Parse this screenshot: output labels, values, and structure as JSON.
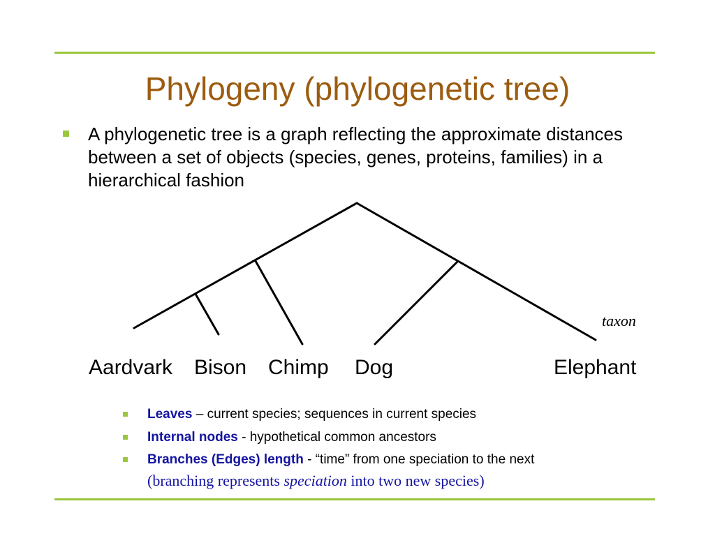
{
  "slide": {
    "title": "Phylogeny (phylogenetic tree)",
    "main_bullet": "A phylogenetic tree is a graph reflecting the approximate distances between a set of objects (species, genes, proteins, families) in a hierarchical fashion",
    "taxon_label": "taxon",
    "leaves": [
      "Aardvark",
      "Bison",
      "Chimp",
      "Dog",
      "Elephant"
    ],
    "sub_bullets": [
      {
        "term": "Leaves",
        "rest": " – current species; sequences in current species"
      },
      {
        "term": "Internal nodes",
        "rest": " - hypothetical common ancestors"
      },
      {
        "term": "Branches (Edges) length",
        "rest_prefix": " - ",
        "quoted": "time",
        "rest_suffix": " from one speciation to the next"
      }
    ],
    "note": {
      "open": "(",
      "text_before": "branching represents ",
      "emphasis": "speciation",
      "text_after": " into two new species)"
    }
  },
  "colors": {
    "title": "#9c5c10",
    "rule": "#9ac73d",
    "bullet": "#9ac73d",
    "term": "#1414a0"
  }
}
